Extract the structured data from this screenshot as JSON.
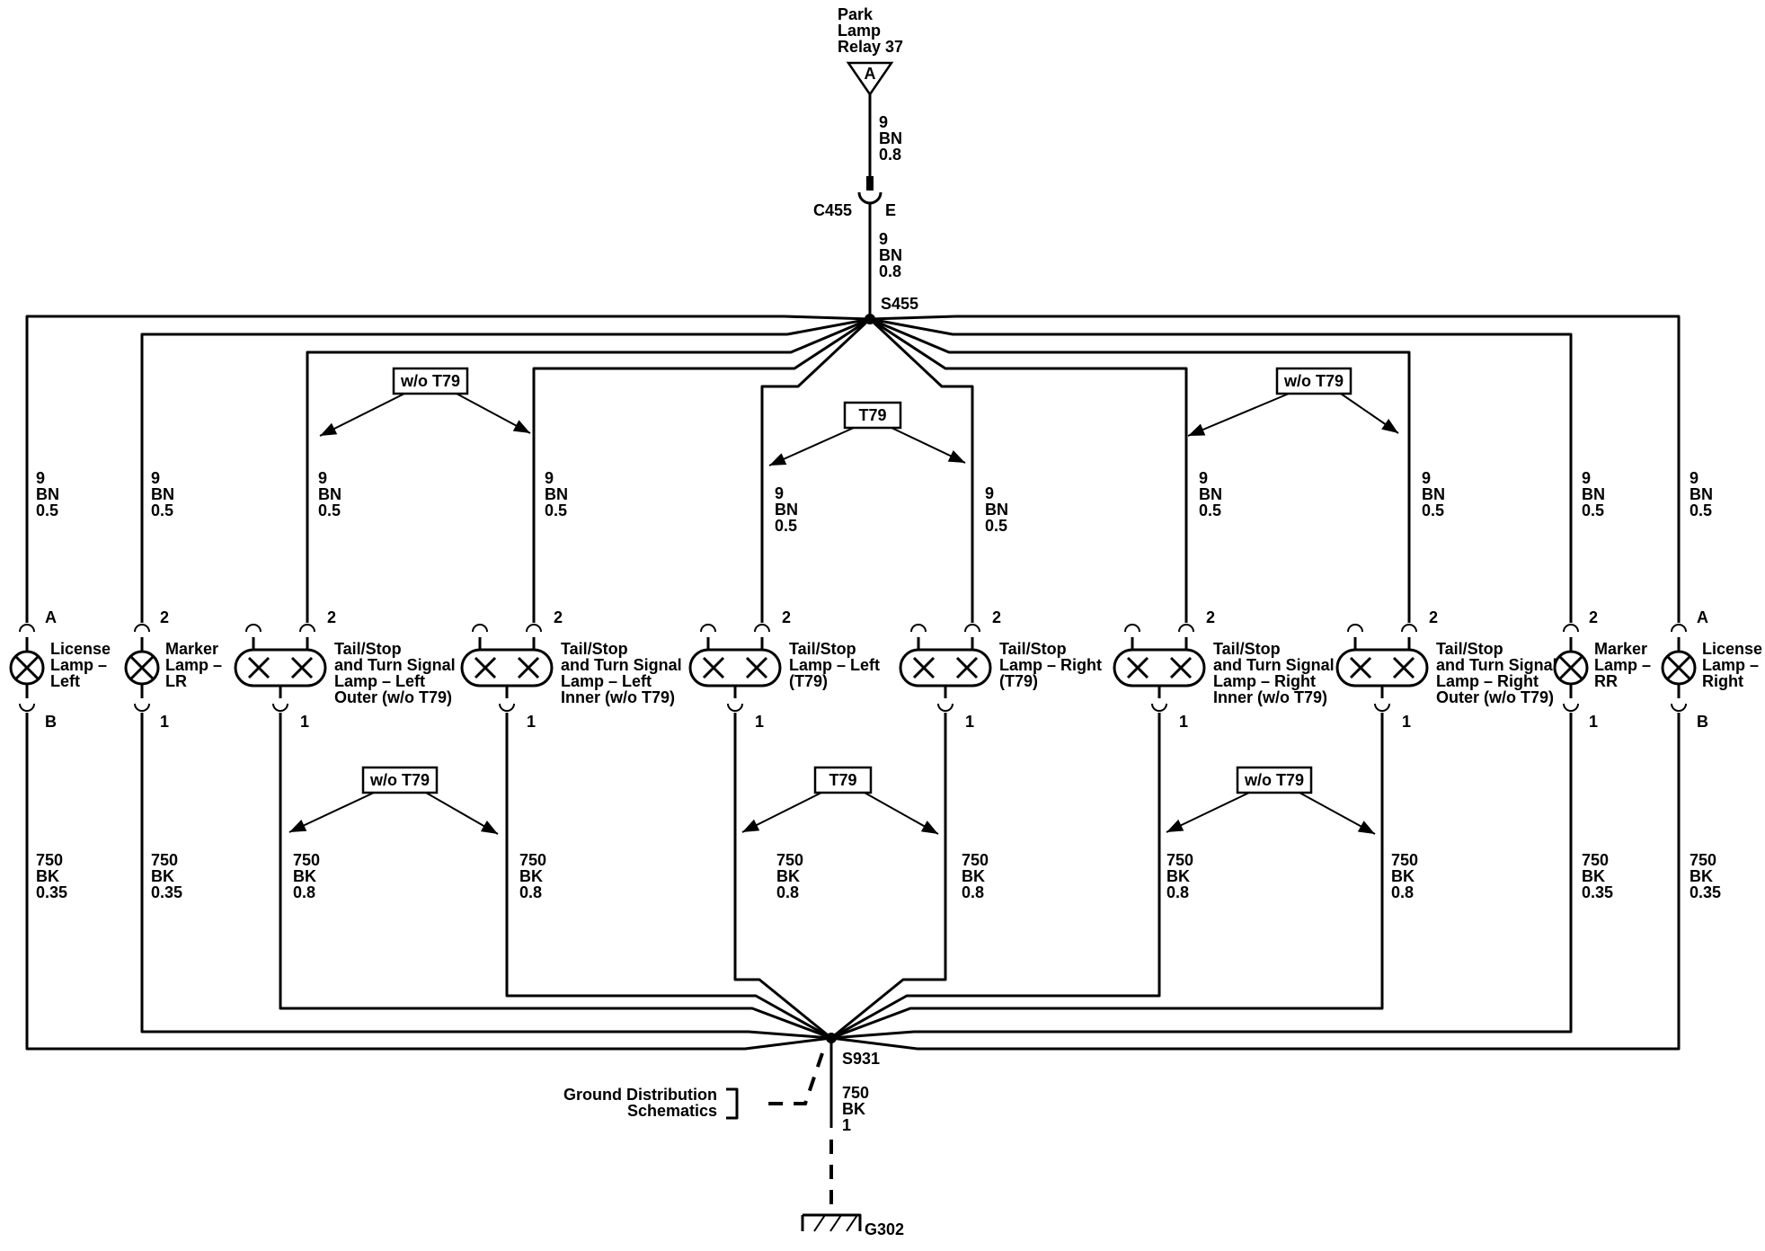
{
  "source": {
    "name_lines": [
      "Park",
      "Lamp",
      "Relay 37"
    ],
    "terminal": "A",
    "wire_upper": [
      "9",
      "BN",
      "0.8"
    ],
    "connector": "C455",
    "connector_pin": "E",
    "wire_lower": [
      "9",
      "BN",
      "0.8"
    ],
    "splice": "S455"
  },
  "lamps": [
    {
      "label_lines": [
        "License",
        "Lamp –",
        "Left"
      ],
      "pin_top": "A",
      "pin_bottom": "B",
      "feed_wire": [
        "9",
        "BN",
        "0.5"
      ],
      "ground_wire": [
        "750",
        "BK",
        "0.35"
      ]
    },
    {
      "label_lines": [
        "Marker",
        "Lamp –",
        "LR"
      ],
      "pin_top": "2",
      "pin_bottom": "1",
      "feed_wire": [
        "9",
        "BN",
        "0.5"
      ],
      "ground_wire": [
        "750",
        "BK",
        "0.35"
      ]
    },
    {
      "label_lines": [
        "Tail/Stop",
        "and Turn Signal",
        "Lamp – Left",
        "Outer (w/o T79)"
      ],
      "pin_top": "2",
      "pin_bottom": "1",
      "feed_wire": [
        "9",
        "BN",
        "0.5"
      ],
      "ground_wire": [
        "750",
        "BK",
        "0.8"
      ]
    },
    {
      "label_lines": [
        "Tail/Stop",
        "and Turn Signal",
        "Lamp – Left",
        "Inner (w/o T79)"
      ],
      "pin_top": "2",
      "pin_bottom": "1",
      "feed_wire": [
        "9",
        "BN",
        "0.5"
      ],
      "ground_wire": [
        "750",
        "BK",
        "0.8"
      ]
    },
    {
      "label_lines": [
        "Tail/Stop",
        "Lamp – Left",
        "(T79)"
      ],
      "pin_top": "2",
      "pin_bottom": "1",
      "feed_wire": [
        "9",
        "BN",
        "0.5"
      ],
      "ground_wire": [
        "750",
        "BK",
        "0.8"
      ]
    },
    {
      "label_lines": [
        "Tail/Stop",
        "Lamp – Right",
        "(T79)"
      ],
      "pin_top": "2",
      "pin_bottom": "1",
      "feed_wire": [
        "9",
        "BN",
        "0.5"
      ],
      "ground_wire": [
        "750",
        "BK",
        "0.8"
      ]
    },
    {
      "label_lines": [
        "Tail/Stop",
        "and Turn Signal",
        "Lamp – Right",
        "Inner (w/o T79)"
      ],
      "pin_top": "2",
      "pin_bottom": "1",
      "feed_wire": [
        "9",
        "BN",
        "0.5"
      ],
      "ground_wire": [
        "750",
        "BK",
        "0.8"
      ]
    },
    {
      "label_lines": [
        "Tail/Stop",
        "and Turn Signal",
        "Lamp – Right",
        "Outer (w/o T79)"
      ],
      "pin_top": "2",
      "pin_bottom": "1",
      "feed_wire": [
        "9",
        "BN",
        "0.5"
      ],
      "ground_wire": [
        "750",
        "BK",
        "0.8"
      ]
    },
    {
      "label_lines": [
        "Marker",
        "Lamp –",
        "RR"
      ],
      "pin_top": "2",
      "pin_bottom": "1",
      "feed_wire": [
        "9",
        "BN",
        "0.5"
      ],
      "ground_wire": [
        "750",
        "BK",
        "0.35"
      ]
    },
    {
      "label_lines": [
        "License",
        "Lamp –",
        "Right"
      ],
      "pin_top": "A",
      "pin_bottom": "B",
      "feed_wire": [
        "9",
        "BN",
        "0.5"
      ],
      "ground_wire": [
        "750",
        "BK",
        "0.35"
      ]
    }
  ],
  "option_labels": {
    "top": [
      "w/o T79",
      "T79",
      "w/o T79"
    ],
    "bottom": [
      "w/o T79",
      "T79",
      "w/o T79"
    ]
  },
  "ground": {
    "splice": "S931",
    "wire": [
      "750",
      "BK",
      "1"
    ],
    "reference_lines": [
      "Ground Distribution",
      "Schematics"
    ],
    "ground_point": "G302"
  }
}
